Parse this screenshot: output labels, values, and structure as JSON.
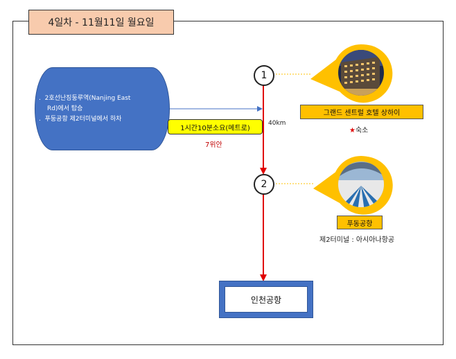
{
  "title": "4일차 - 11월11일 월요일",
  "origin": {
    "line1": "2호선난징둥루역(Nanjing East",
    "line2": "Rd)에서 탑승",
    "line3": "푸둥공항 제2터미널에서 하차",
    "bullet": "."
  },
  "transit": {
    "duration": "1시간10분소요(메트로)",
    "fare": "7위안",
    "distance": "40km"
  },
  "stops": [
    {
      "number": "1",
      "name": "그랜드 센트럴 호텔 상하이",
      "note": "숙소",
      "note_marker": "★"
    },
    {
      "number": "2",
      "name": "푸동공항",
      "note": "제2터미널 : 아시아나항공"
    }
  ],
  "destination": "인천공항",
  "colors": {
    "route_red": "#ff0000",
    "connector_blue": "#4472c4",
    "origin_fill": "#4472c4",
    "label_gold": "#ffc000",
    "pill_yellow": "#ffff00",
    "title_fill": "#f8cbad"
  }
}
